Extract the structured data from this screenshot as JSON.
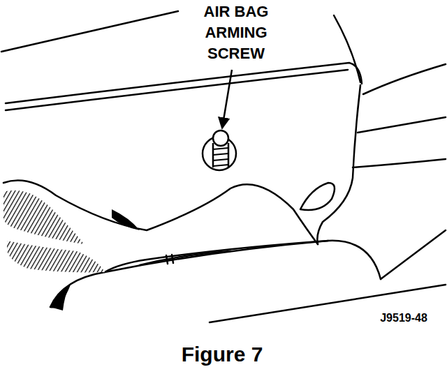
{
  "diagram": {
    "caption": "Figure 7",
    "labels": [
      "AIR BAG ARMING SCREW",
      "J9519-48"
    ]
  }
}
